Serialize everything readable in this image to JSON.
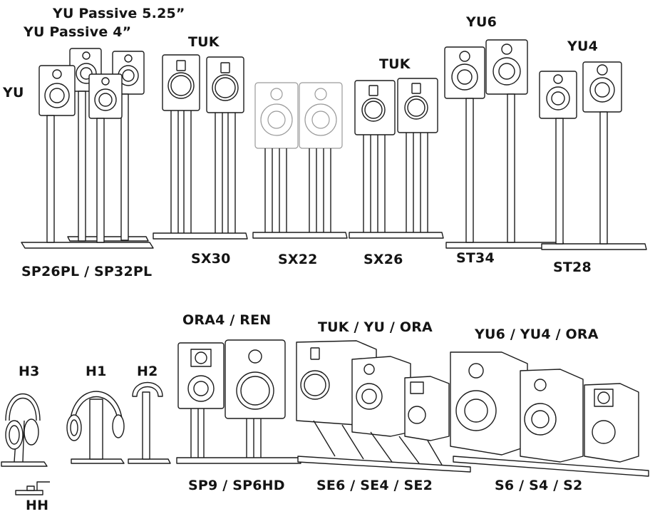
{
  "colors": {
    "ink": "#1c1c1c",
    "ghost": "#9a9a9a",
    "background": "#ffffff"
  },
  "labels": {
    "yu_passive_525": "YU Passive 5.25”",
    "yu_passive_4": "YU Passive 4”",
    "yu": "YU",
    "tuk_top_1": "TUK",
    "tuk_top_2": "TUK",
    "yu6_top": "YU6",
    "yu4_top": "YU4",
    "sp26pl": "SP26PL / SP32PL",
    "sx30": "SX30",
    "sx22": "SX22",
    "sx26": "SX26",
    "st34": "ST34",
    "st28": "ST28",
    "ora4_ren": "ORA4 / REN",
    "tuk_yu_ora": "TUK / YU / ORA",
    "yu6_yu4_ora": "YU6 / YU4 / ORA",
    "h3": "H3",
    "h1": "H1",
    "h2": "H2",
    "hh": "HH",
    "sp9_sp6hd": "SP9 / SP6HD",
    "se6_se4_se2": "SE6 / SE4 / SE2",
    "s6_s4_s2": "S6 / S4 / S2"
  }
}
